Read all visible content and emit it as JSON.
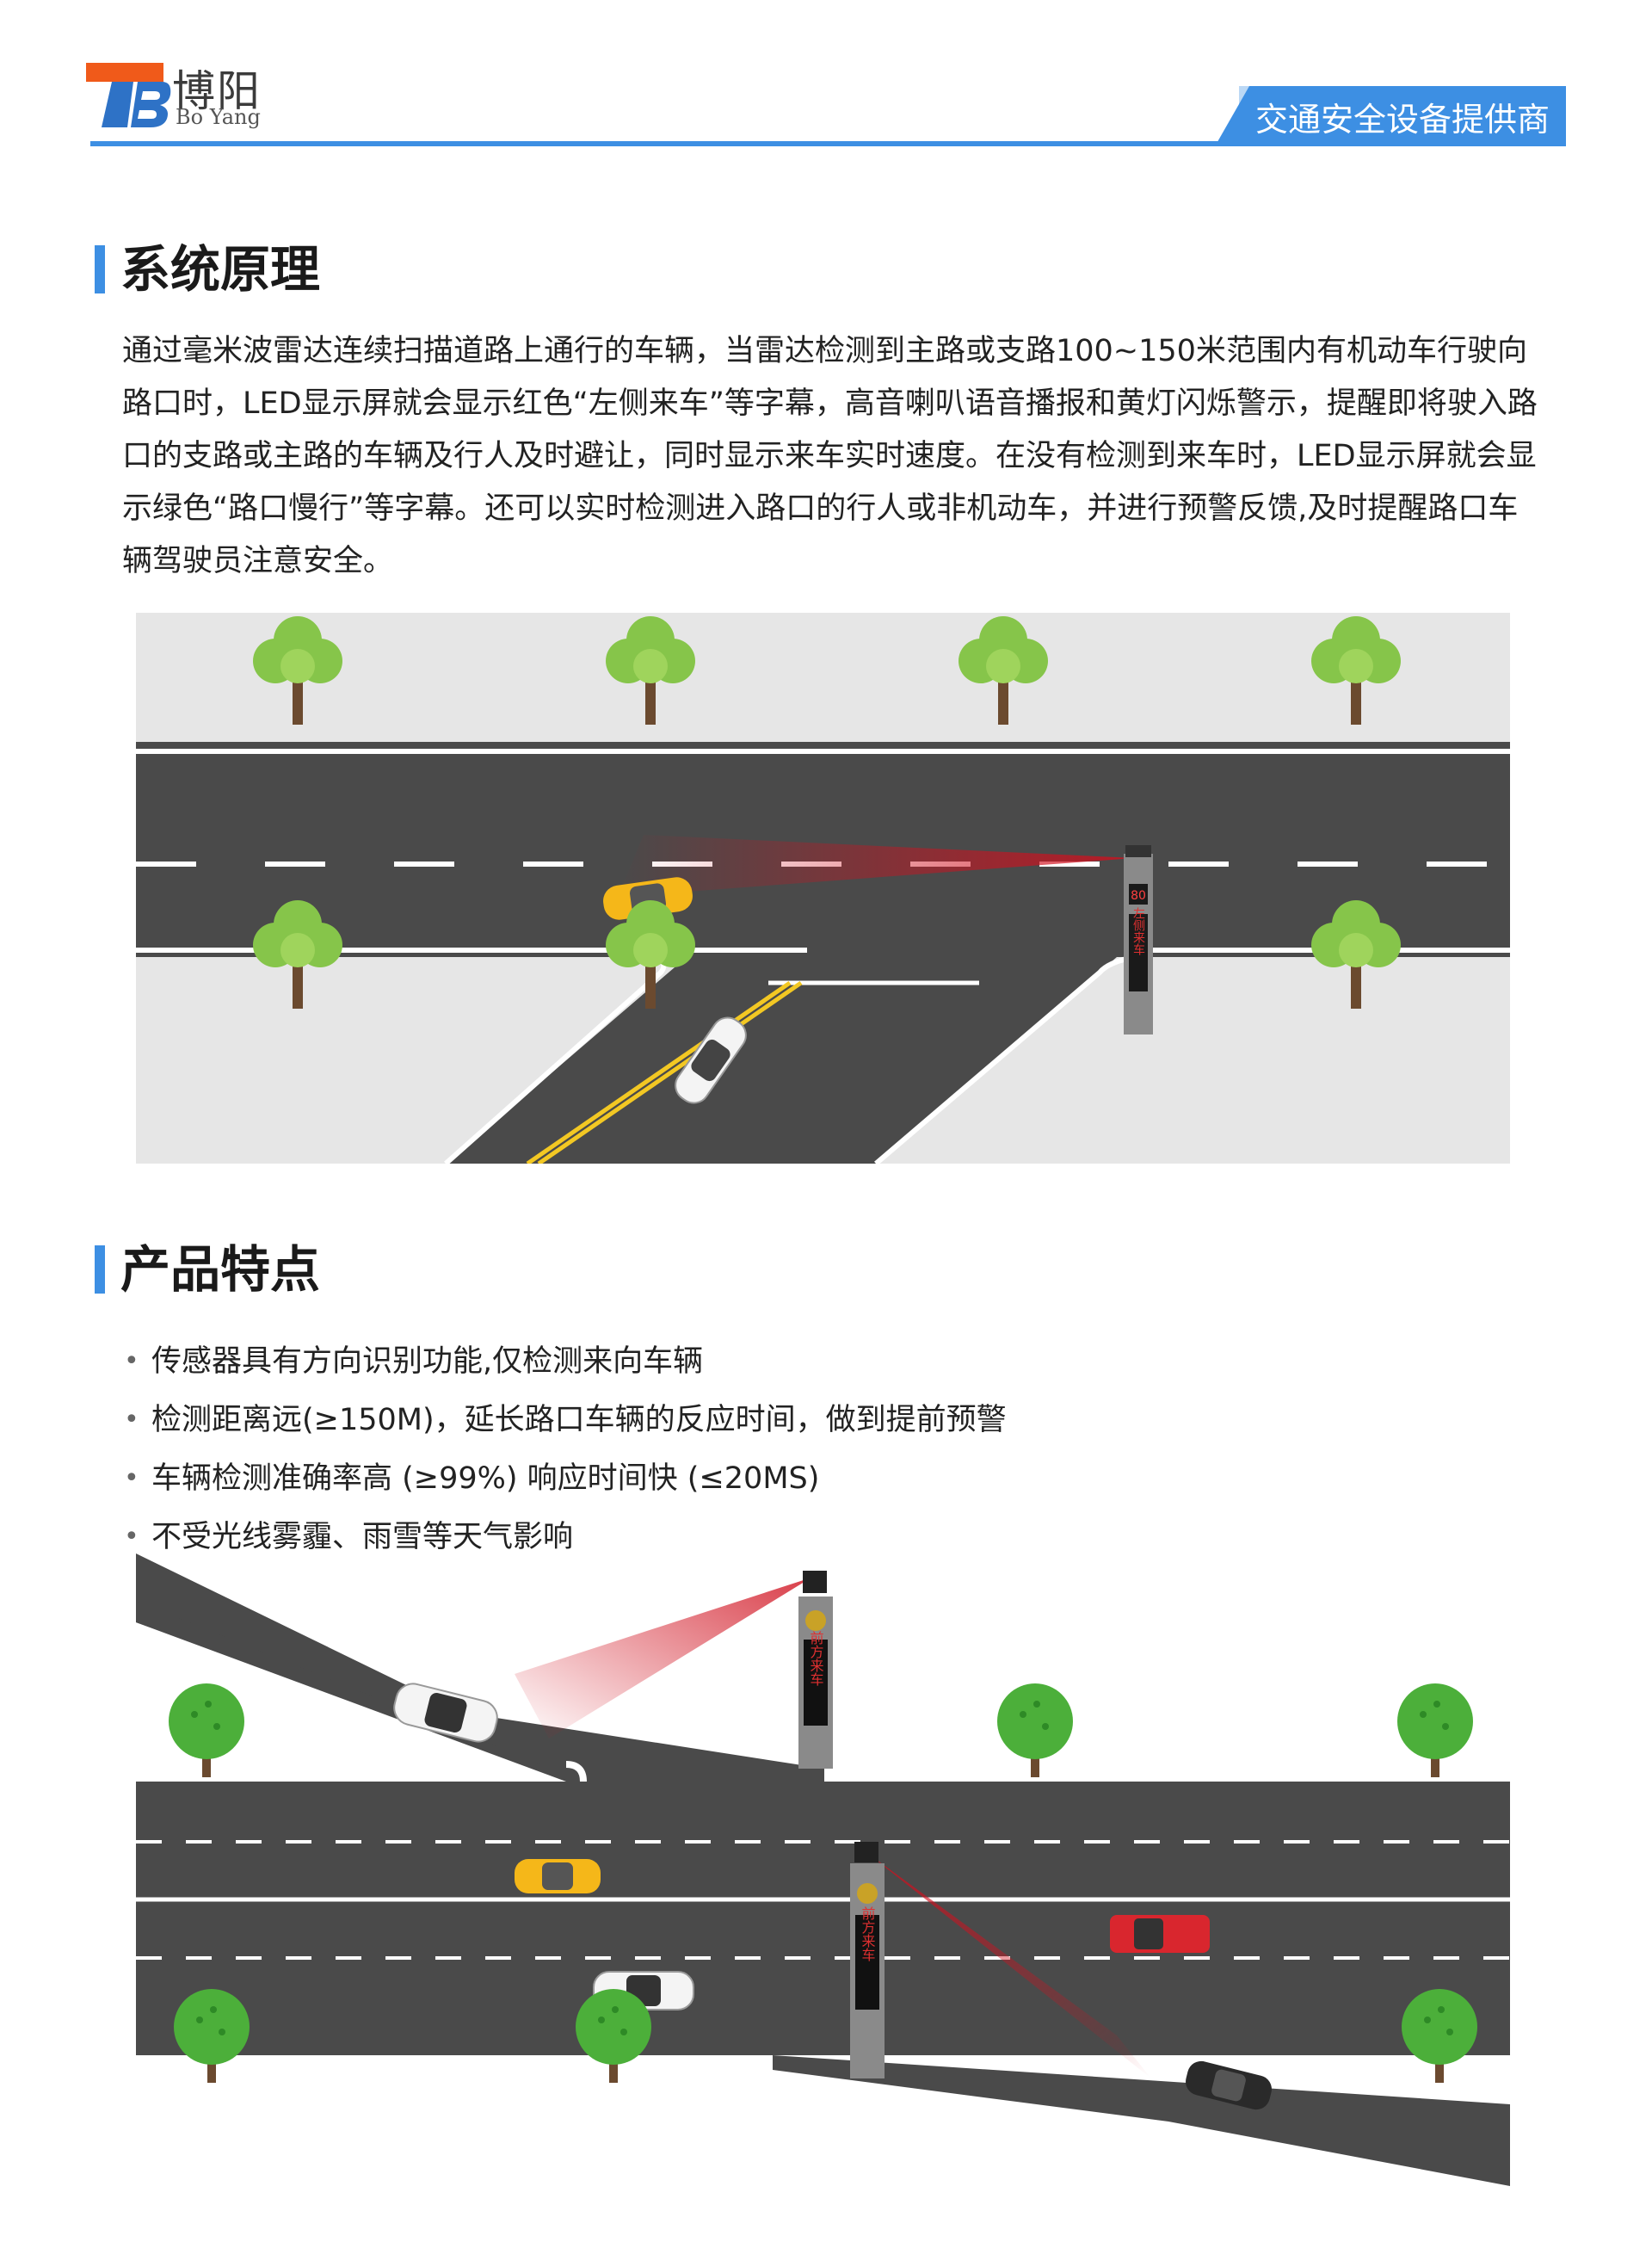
{
  "header": {
    "brand_cn": "博阳",
    "brand_en": "Bo Yang",
    "tagline": "交通安全设备提供商",
    "accent_color": "#3d8fe3",
    "logo_orange": "#f05a1a",
    "logo_blue": "#2e72c6"
  },
  "section1": {
    "title": "系统原理",
    "paragraph": "通过毫米波雷达连续扫描道路上通行的车辆，当雷达检测到主路或支路100~150米范围内有机动车行驶向路口时，LED显示屏就会显示红色“左侧来车”等字幕，高音喇叭语音播报和黄灯闪烁警示，提醒即将驶入路口的支路或主路的车辆及行人及时避让，同时显示来车实时速度。在没有检测到来车时，LED显示屏就会显示绿色“路口慢行”等字幕。还可以实时检测进入路口的行人或非机动车，并进行预警反馈,及时提醒路口车辆驾驶员注意安全。",
    "figure": {
      "type": "illustration",
      "subject": "radar-warning-t-junction",
      "sign_speed": "80",
      "sign_text": "左侧来车"
    }
  },
  "section2": {
    "title": "产品特点",
    "features": [
      "传感器具有方向识别功能,仅检测来向车辆",
      "检测距离远(≥150M)，延长路口车辆的反应时间，做到提前预警",
      "车辆检测准确率高 (≥99%) 响应时间快 (≤20MS)",
      "不受光线雾霾、雨雪等天气影响"
    ],
    "figure": {
      "type": "illustration",
      "subject": "dual-radar-y-junction",
      "sign_text": "前方来车"
    }
  }
}
